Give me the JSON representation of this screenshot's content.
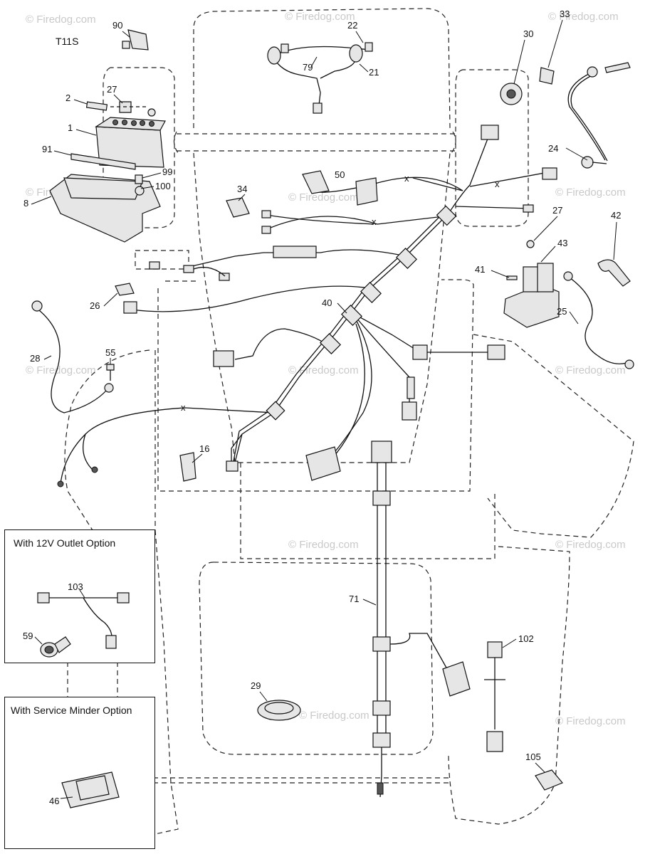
{
  "diagram": {
    "model_code": "T11S",
    "watermark": "© Firedog.com",
    "inset_12v_title": "With 12V Outlet Option",
    "inset_service_title": "With Service Minder Option",
    "part_numbers": {
      "p90": "90",
      "p22": "22",
      "p33": "33",
      "p30": "30",
      "p79": "79",
      "p21": "21",
      "p2": "2",
      "p27a": "27",
      "p1": "1",
      "p91": "91",
      "p99": "99",
      "p100": "100",
      "p8": "8",
      "p24": "24",
      "p50": "50",
      "p34": "34",
      "p27b": "27",
      "p42": "42",
      "p43": "43",
      "p41": "41",
      "p26": "26",
      "p40": "40",
      "p25": "25",
      "p28": "28",
      "p55": "55",
      "p16": "16",
      "p103": "103",
      "p59": "59",
      "p71": "71",
      "p102": "102",
      "p29": "29",
      "p46": "46",
      "p105": "105"
    }
  }
}
